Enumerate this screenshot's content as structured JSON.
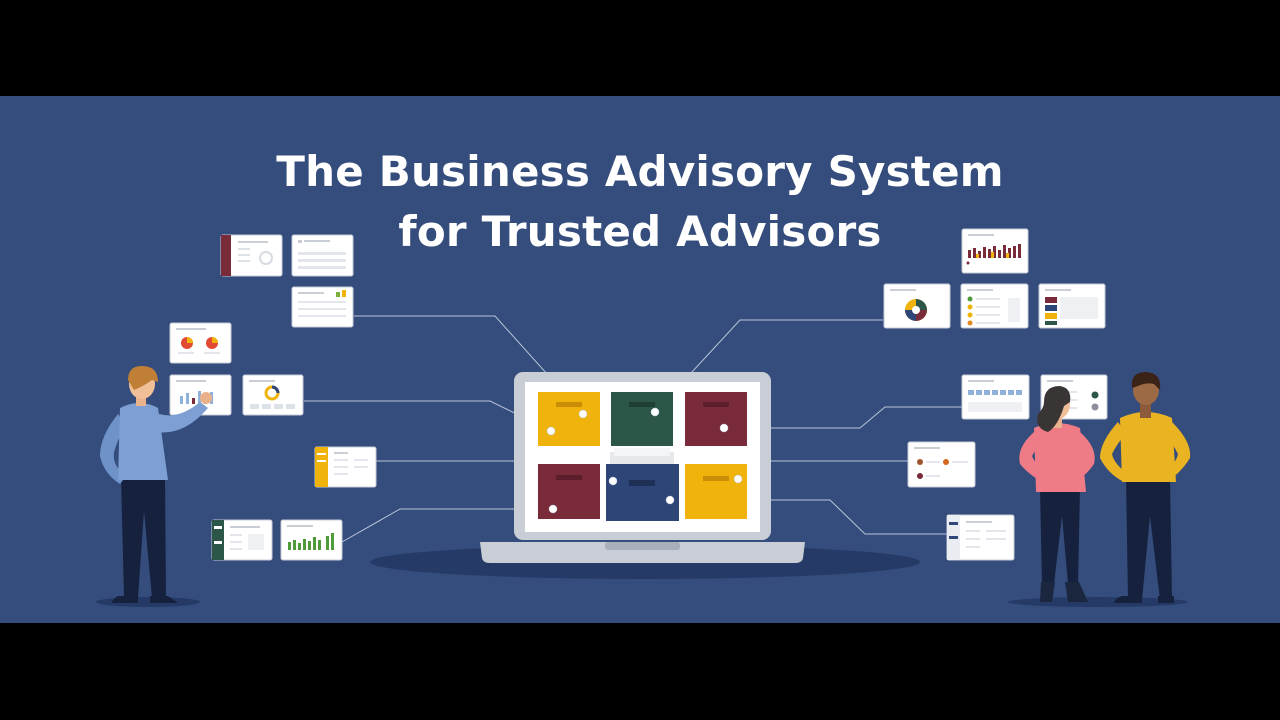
{
  "title": {
    "line1": "The Business Advisory System",
    "line2": "for Trusted Advisors"
  },
  "colors": {
    "letterbox": "#000000",
    "background": "#354d7c",
    "laptop_frame": "#c9cdd5",
    "laptop_screen": "#ffffff",
    "drawer_yellow": "#efb30b",
    "drawer_green": "#2c5648",
    "drawer_maroon": "#7a2b39",
    "drawer_navy": "#2e4577",
    "connector_line": "#b9c4d8",
    "card": "#ffffff"
  },
  "icons": {
    "laptop": "laptop-illustration",
    "file_cabinet": "file-cabinet-illustration",
    "person_left": "advisor-man-illustration",
    "person_woman": "advisor-woman-illustration",
    "person_right": "advisor-man-yellow-illustration",
    "cards": "dashboard-card-thumbnails"
  }
}
